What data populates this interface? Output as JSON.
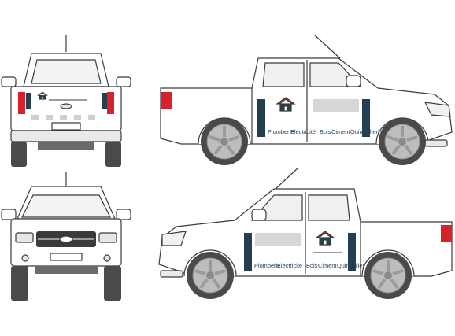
{
  "wrap_text": {
    "services": [
      "Plomberie",
      "Electricité",
      "Bois",
      "Ciment",
      "Quincaillerie"
    ]
  },
  "colors": {
    "panel": "#243f4f",
    "logo_red": "#d9302b",
    "tail_red": "#d6232b",
    "outline": "#3b3b3b",
    "tire": "#4a4a4a",
    "rim": "#bdbdbd",
    "blur": "#d7d7d7"
  },
  "icons": [
    "house-logo-icon"
  ]
}
